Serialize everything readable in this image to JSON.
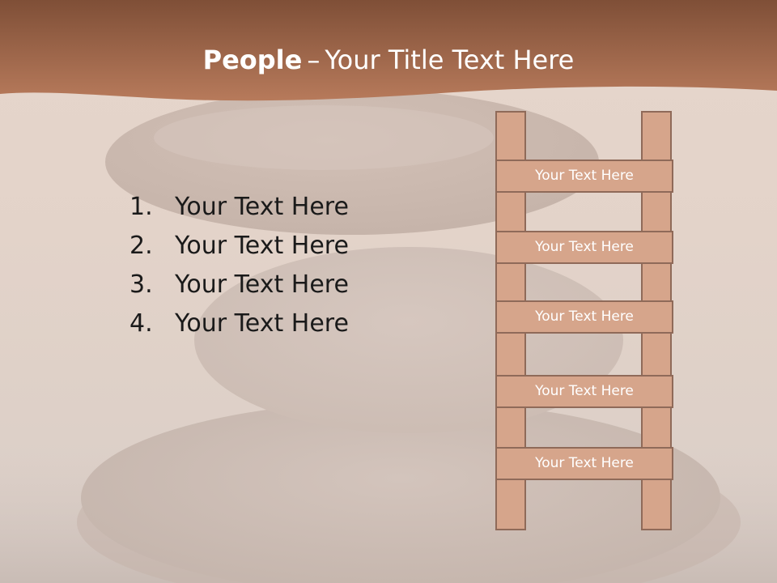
{
  "title": {
    "strong": "People",
    "separator": "–",
    "rest": "Your Title Text Here"
  },
  "list": {
    "items": [
      {
        "number": "1.",
        "text": "Your Text Here"
      },
      {
        "number": "2.",
        "text": "Your Text Here"
      },
      {
        "number": "3.",
        "text": "Your Text Here"
      },
      {
        "number": "4.",
        "text": "Your Text Here"
      }
    ]
  },
  "ladder": {
    "rungs": [
      "Your Text Here",
      "Your Text Here",
      "Your Text Here",
      "Your Text Here",
      "Your Text Here"
    ]
  },
  "colors": {
    "header": "#a96b4d",
    "ladder_fill": "#d6a58b",
    "ladder_border": "#8f6a59"
  }
}
